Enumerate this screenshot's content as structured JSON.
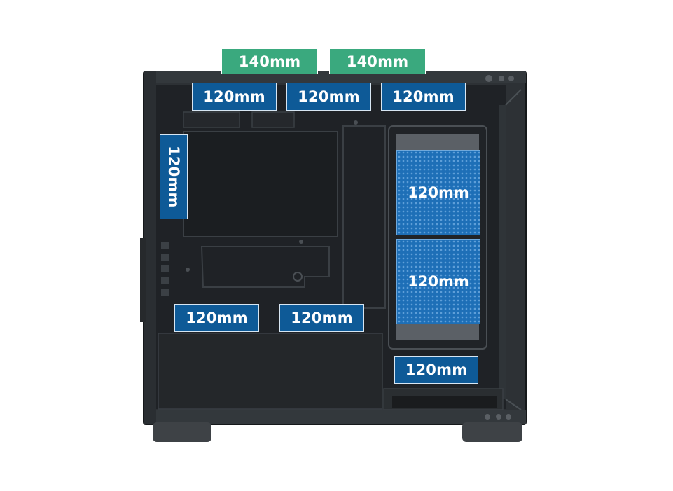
{
  "fan_mounts": {
    "top_140": [
      {
        "id": "top-140-left",
        "label": "140mm"
      },
      {
        "id": "top-140-right",
        "label": "140mm"
      }
    ],
    "top_120": [
      {
        "id": "top-120-left",
        "label": "120mm"
      },
      {
        "id": "top-120-middle",
        "label": "120mm"
      },
      {
        "id": "top-120-right",
        "label": "120mm"
      }
    ],
    "rear_120": {
      "label": "120mm"
    },
    "front_120": [
      {
        "label": "120mm"
      },
      {
        "label": "120mm"
      }
    ],
    "shroud_120": [
      {
        "label": "120mm"
      },
      {
        "label": "120mm"
      }
    ],
    "bottom_120": {
      "label": "120mm"
    }
  },
  "colors": {
    "fan_120": "#0e5a97",
    "fan_140": "#3aa97e",
    "front_fan": "#1e78c8",
    "case_body": "#262a2e"
  }
}
